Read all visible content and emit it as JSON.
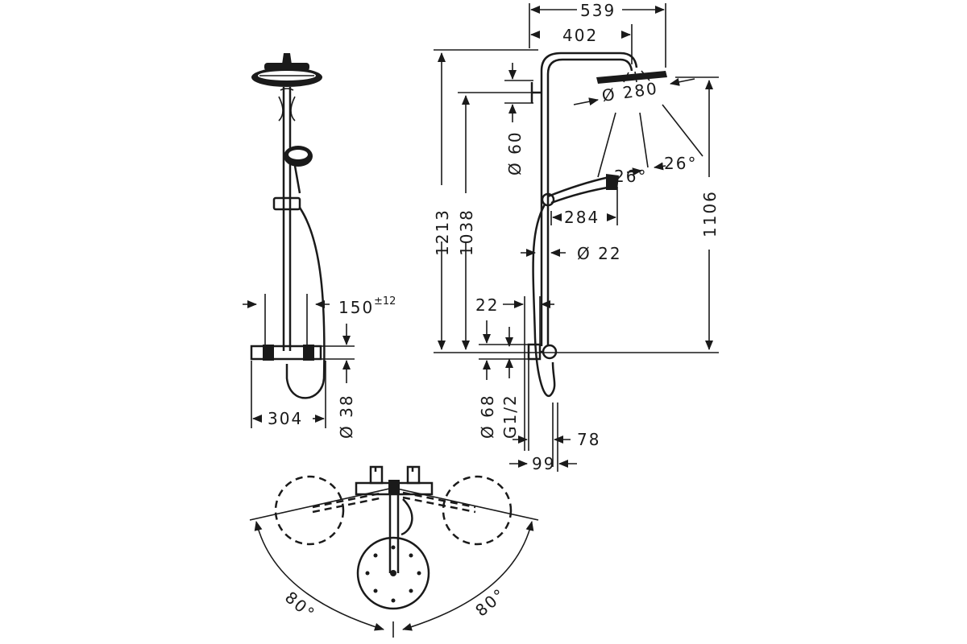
{
  "front_view": {
    "dim_arm_offset": "150",
    "dim_arm_tolerance": "±12",
    "dim_width": "304",
    "dim_diameter_connector": "Ø 38"
  },
  "side_view": {
    "dim_total_depth": "539",
    "dim_arm_depth": "402",
    "dim_head_diameter": "Ø 280",
    "dim_total_height": "1213",
    "dim_height_to_bracket": "1038",
    "dim_bracket_diameter": "Ø 60",
    "dim_angle_a": "26°",
    "dim_angle_b": "26°",
    "dim_hand_shower_length": "284",
    "dim_rail_diameter": "Ø 22",
    "dim_head_height": "1106",
    "dim_wall_gap": "22",
    "dim_thermostat_diameter": "Ø 68",
    "dim_thread": "G1/2",
    "dim_depth_78": "78",
    "dim_depth_99": "99"
  },
  "top_view": {
    "rotation_left": "80°",
    "rotation_right": "80°"
  }
}
